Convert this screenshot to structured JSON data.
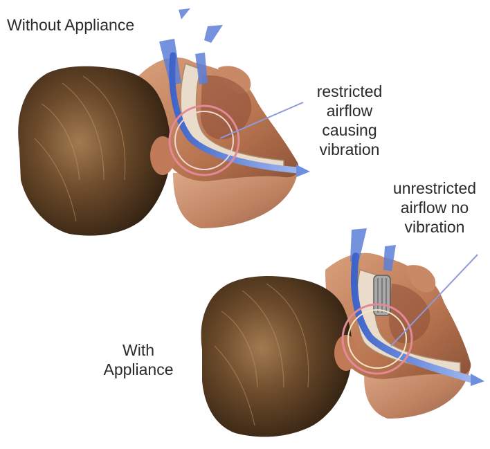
{
  "labels": {
    "without_appliance": "Without Appliance",
    "restricted": "restricted\nairflow\ncausing\nvibration",
    "unrestricted": "unrestricted\nairflow no\nvibration",
    "with_appliance": "With\nAppliance"
  },
  "colors": {
    "hair_dark": "#3b2814",
    "hair_light": "#b0845a",
    "skin": "#c88a66",
    "skin_shadow": "#8a5238",
    "airway": "#e9dccb",
    "airflow": "#5d7fd8",
    "circle": "#e28a98",
    "leader_line": "#8c9ad8"
  }
}
